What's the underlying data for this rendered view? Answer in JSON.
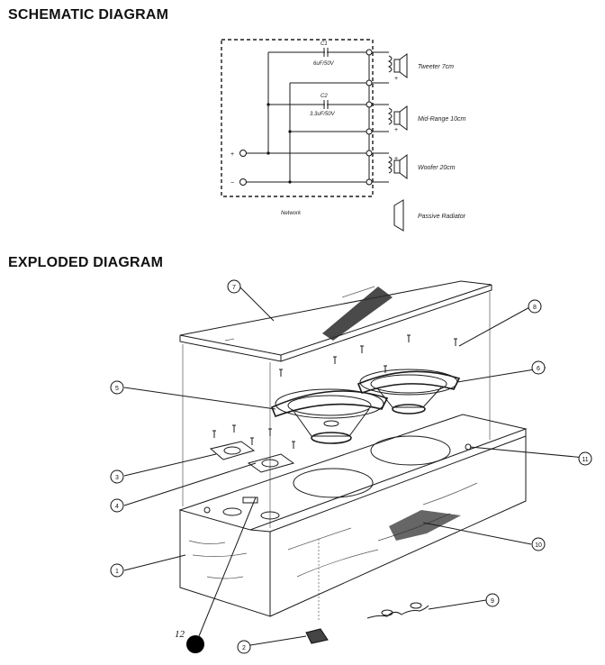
{
  "headings": {
    "schematic": "SCHEMATIC DIAGRAM",
    "exploded": "EXPLODED DIAGRAM"
  },
  "schematic": {
    "c1_name": "C1",
    "c1_value": "6uF/50V",
    "c2_name": "C2",
    "c2_value": "3.3uF/50V",
    "plus": "+",
    "minus": "−",
    "tweeter_label": "Tweeter 7cm",
    "midrange_label": "Mid-Range 10cm",
    "woofer_label": "Woofer 20cm",
    "network_label": "Network",
    "passive_label": "Passive Radiator"
  },
  "callouts": {
    "c1": "1",
    "c2": "2",
    "c3": "3",
    "c4": "4",
    "c5": "5",
    "c6": "6",
    "c7": "7",
    "c8": "8",
    "c9": "9",
    "c10": "10",
    "c11": "11",
    "c12": "12"
  }
}
